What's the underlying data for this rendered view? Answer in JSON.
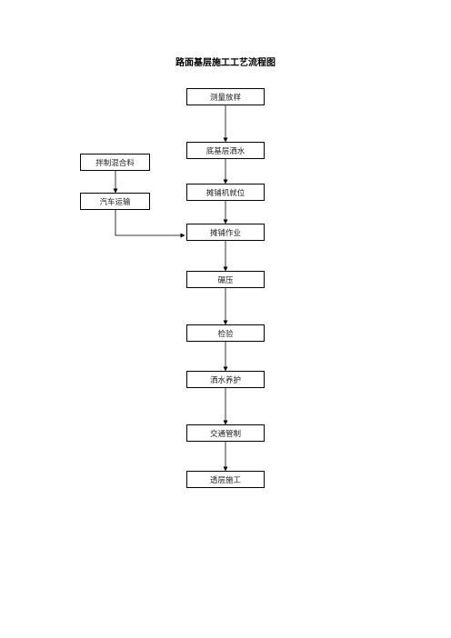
{
  "diagram": {
    "title": "路面基层施工工艺流程图",
    "main_steps": [
      "测量放样",
      "底基层洒水",
      "摊铺机就位",
      "摊铺作业",
      "碾压",
      "检验",
      "洒水养护",
      "交通管制",
      "透层施工"
    ],
    "side_steps": [
      "拌制混合料",
      "汽车运输"
    ],
    "side_merge_target": "摊铺作业"
  }
}
